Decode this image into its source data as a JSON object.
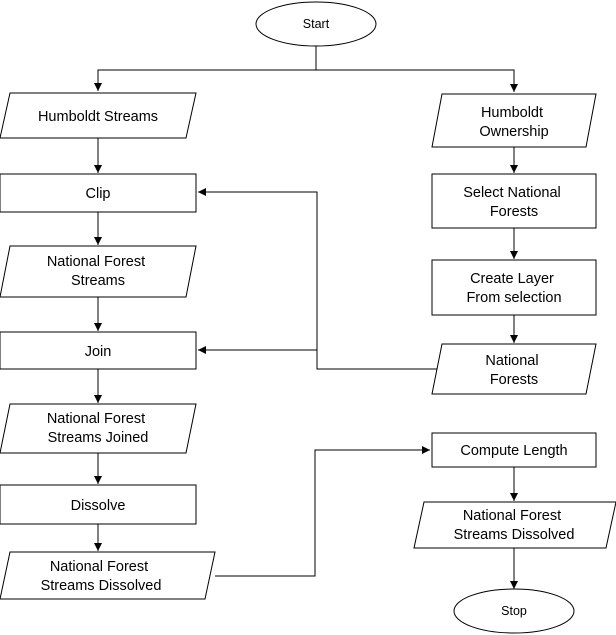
{
  "nodes": {
    "start": [
      "Start"
    ],
    "humboldt_streams": [
      "Humboldt  Streams"
    ],
    "humboldt_ownership": [
      "Humboldt",
      "Ownership"
    ],
    "clip": [
      "Clip"
    ],
    "select_national_forests": [
      "Select National",
      "Forests"
    ],
    "national_forest_streams": [
      "National Forest",
      "Streams"
    ],
    "create_layer": [
      "Create Layer",
      "From selection"
    ],
    "join": [
      "Join"
    ],
    "national_forests": [
      "National",
      "Forests"
    ],
    "national_forest_streams_joined": [
      "National Forest",
      "Streams Joined"
    ],
    "dissolve": [
      "Dissolve"
    ],
    "compute_length": [
      "Compute Length"
    ],
    "national_forest_streams_dissolved_left": [
      "National Forest",
      "Streams Dissolved"
    ],
    "national_forest_streams_dissolved_right": [
      "National Forest",
      "Streams Dissolved"
    ],
    "stop": [
      "Stop"
    ]
  }
}
